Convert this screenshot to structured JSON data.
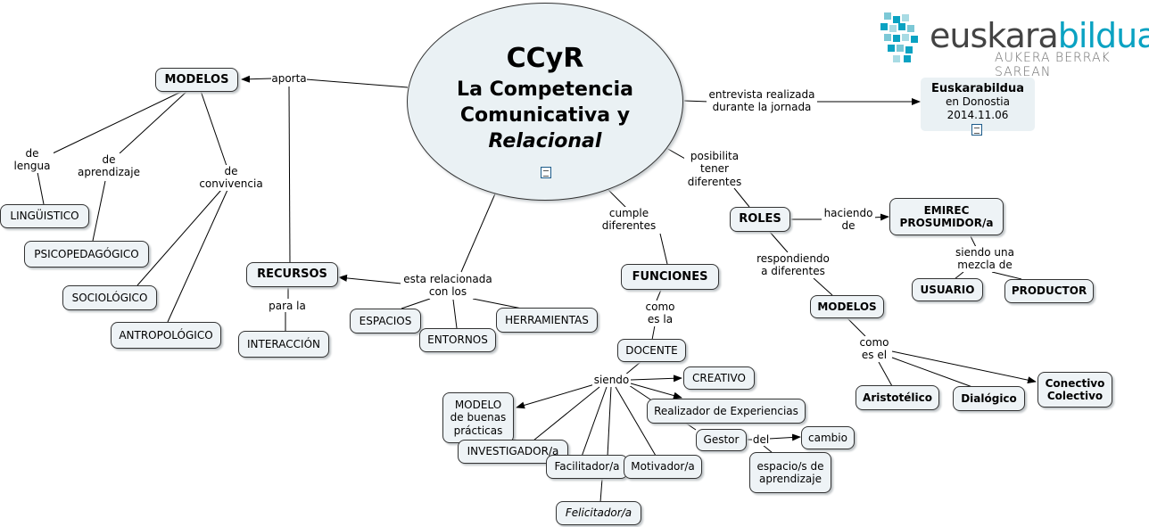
{
  "central": {
    "line1": "CCyR",
    "line2": "La Competencia",
    "line3": "Comunicativa y",
    "line4": "Relacional"
  },
  "logo": {
    "word_part1": "euskara",
    "word_part2": "bildua",
    "tagline": "AUKERA BERRAK SAREAN",
    "colors": {
      "dark": "#444444",
      "accent": "#0aa2c2"
    }
  },
  "event": {
    "title": "Euskarabildua",
    "place": "en Donostia",
    "date": "2014.11.06"
  },
  "nodes": {
    "modelos_top": "MODELOS",
    "linguistico": "LINGÜISTICO",
    "psicopedagogico": "PSICOPEDAGÓGICO",
    "sociologico": "SOCIOLÓGICO",
    "antropologico": "ANTROPOLÓGICO",
    "recursos": "RECURSOS",
    "interaccion": "INTERACCIÓN",
    "espacios": "ESPACIOS",
    "entornos": "ENTORNOS",
    "herramientas": "HERRAMIENTAS",
    "funciones": "FUNCIONES",
    "docente": "DOCENTE",
    "creativo": "CREATIVO",
    "modelo_buenas": "MODELO\nde buenas\nprácticas",
    "realizador": "Realizador de Experiencias",
    "investigador": "INVESTIGADOR/a",
    "facilitador": "Facilitador/a",
    "motivador": "Motivador/a",
    "felicitador": "Felicitador/a",
    "gestor": "Gestor",
    "cambio": "cambio",
    "espacios_aprendizaje": "espacio/s de\naprendizaje",
    "roles": "ROLES",
    "emirec": "EMIREC\nPROSUMIDOR/a",
    "usuario": "USUARIO",
    "productor": "PRODUCTOR",
    "modelos_right": "MODELOS",
    "aristotelico": "Aristotélico",
    "dialogico": "Dialógico",
    "conectivo": "Conectivo\nColectivo"
  },
  "labels": {
    "aporta": "aporta",
    "de_lengua": "de\nlengua",
    "de_aprendizaje": "de\naprendizaje",
    "de_convivencia": "de\nconvivencia",
    "para_la": "para la",
    "esta_relacionada": "esta relacionada\ncon los",
    "cumple": "cumple\ndiferentes",
    "como_es_la": "como\nes la",
    "siendo": "siendo",
    "del": "del",
    "entrevista": "entrevista realizada\ndurante la jornada",
    "posibilita": "posibilita\ntener\ndiferentes",
    "haciendo_de": "haciendo\nde",
    "siendo_mezcla": "siendo una\nmezcla de",
    "respondiendo": "respondiendo\na diferentes",
    "como_es_el": "como\nes el"
  }
}
